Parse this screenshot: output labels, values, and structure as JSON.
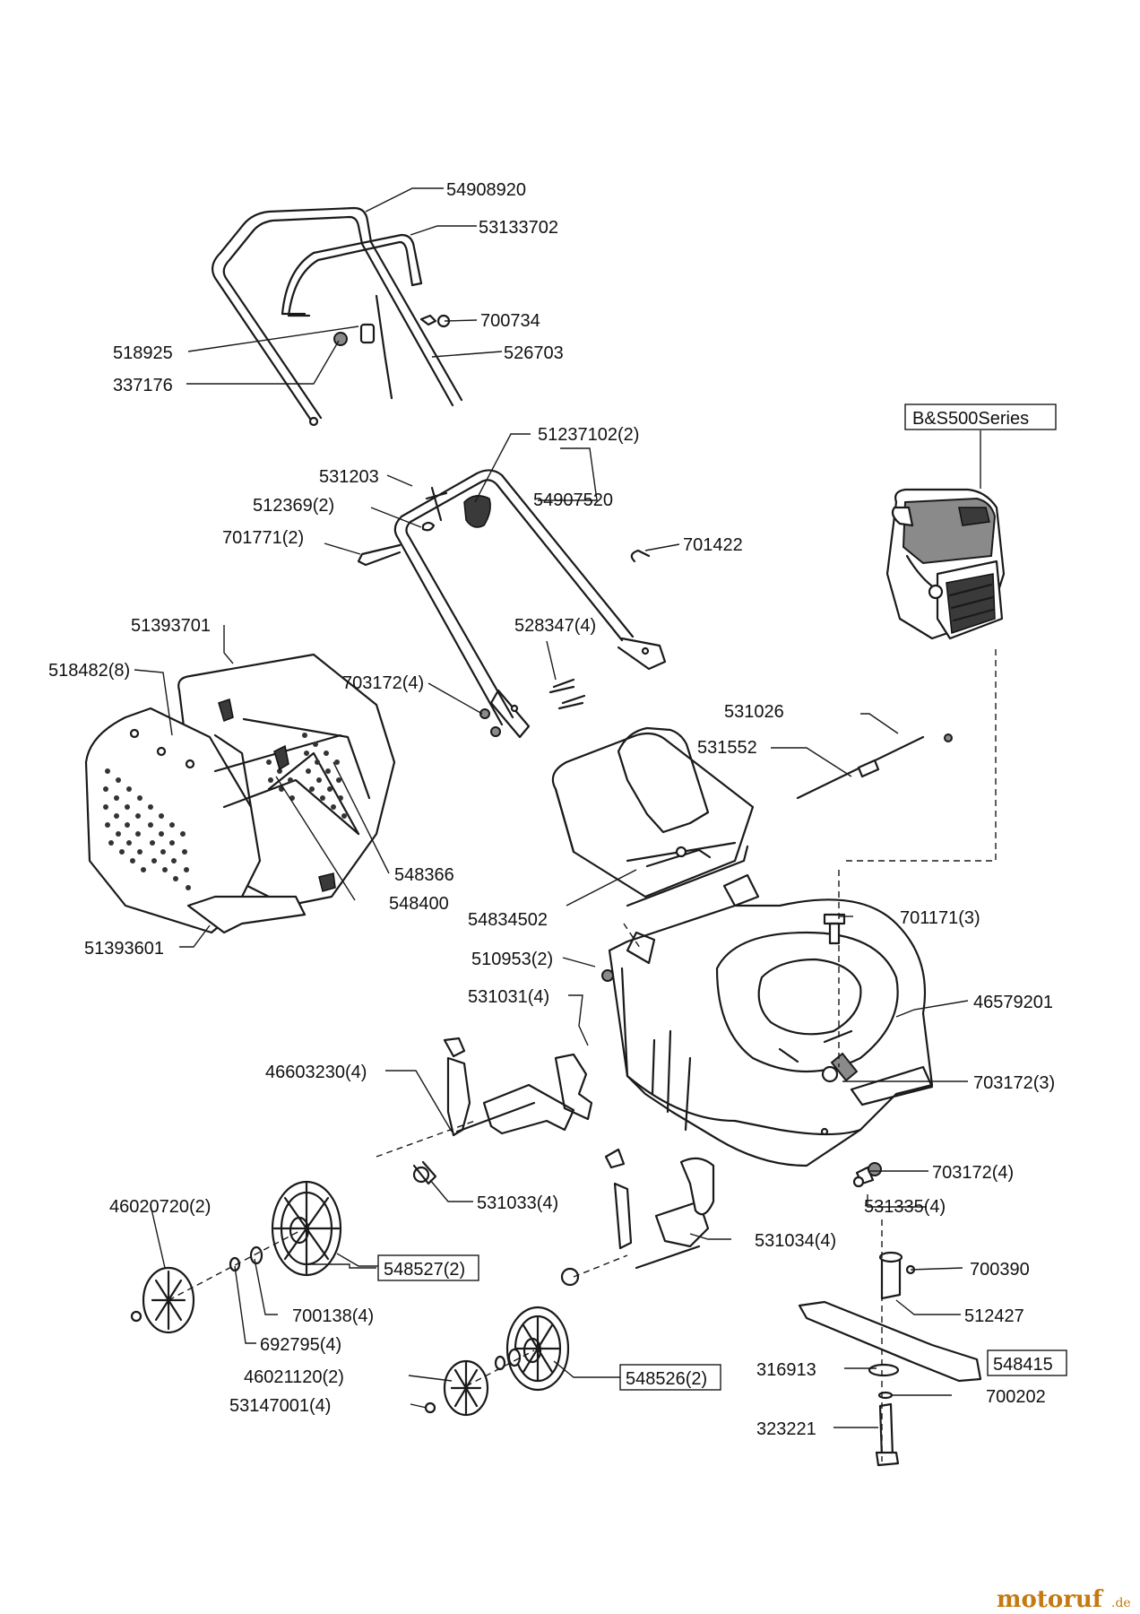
{
  "parts": {
    "p54908920": "54908920",
    "p53133702": "53133702",
    "p700734": "700734",
    "p518925": "518925",
    "p526703": "526703",
    "p337176": "337176",
    "p51237102": "51237102(2)",
    "p531203": "531203",
    "p512369": "512369(2)",
    "p54907520": "54907520",
    "p701771": "701771(2)",
    "p701422": "701422",
    "p51393701": "51393701",
    "p528347": "528347(4)",
    "p518482": "518482(8)",
    "p703172_4a": "703172(4)",
    "p531026": "531026",
    "p531552": "531552",
    "p548366": "548366",
    "p548400": "548400",
    "p54834502": "54834502",
    "p701171": "701171(3)",
    "p51393601": "51393601",
    "p510953": "510953(2)",
    "p531031": "531031(4)",
    "p46579201": "46579201",
    "p46603230": "46603230(4)",
    "p703172_3": "703172(3)",
    "p703172_4b": "703172(4)",
    "p46020720": "46020720(2)",
    "p531033": "531033(4)",
    "p531335": "531335(4)",
    "p531034": "531034(4)",
    "p700390": "700390",
    "p700138": "700138(4)",
    "p512427": "512427",
    "p692795": "692795(4)",
    "p316913": "316913",
    "p46021120": "46021120(2)",
    "p700202": "700202",
    "p53147001": "53147001(4)",
    "p323221": "323221"
  },
  "boxed": {
    "engine": "B&S500Series",
    "b548527": "548527(2)",
    "b548526": "548526(2)",
    "b548415": "548415"
  },
  "watermark": {
    "brand": "motoruf",
    "tld": ".de",
    "color": "#c47a12"
  }
}
